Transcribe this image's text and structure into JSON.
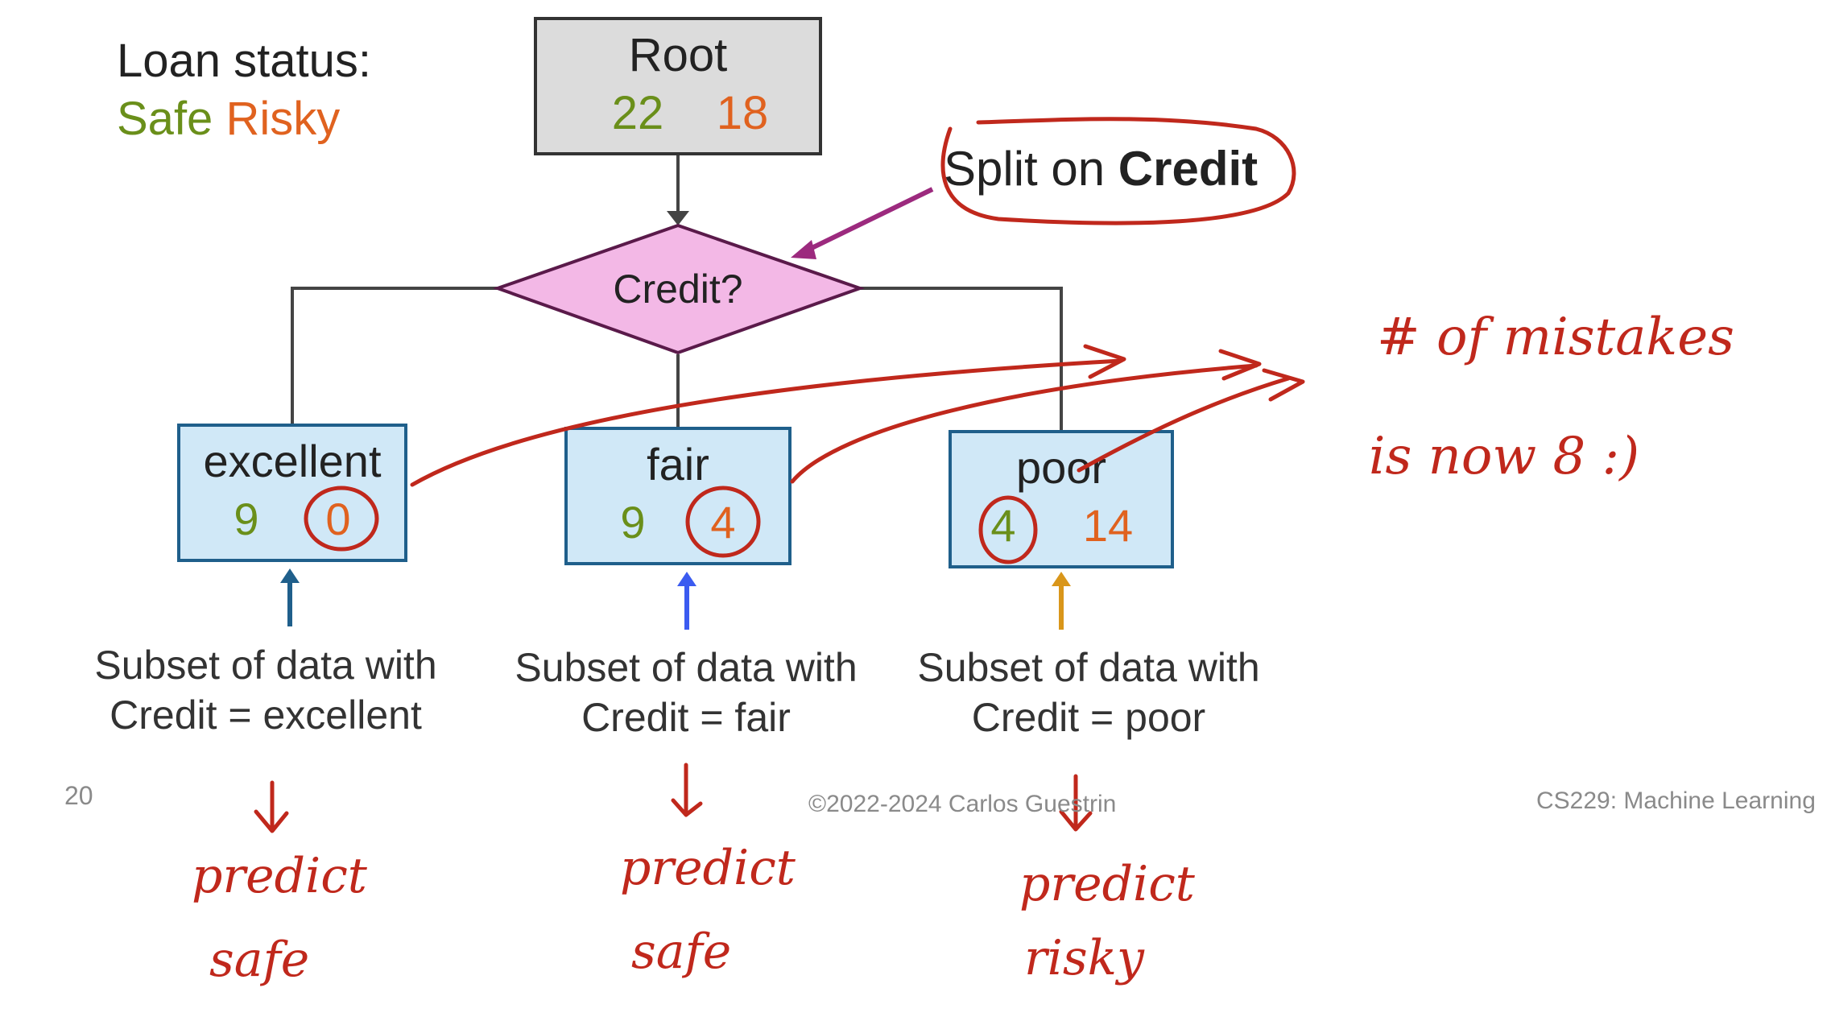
{
  "legend": {
    "title": "Loan status:",
    "safe_label": "Safe",
    "risky_label": "Risky"
  },
  "colors": {
    "safe": "#6a8f1a",
    "risky": "#e0621f",
    "node_fill": "#d0e8f7",
    "node_border": "#1f5f8b",
    "root_fill": "#dcdcdc",
    "decision_fill": "#f3b8e6",
    "decision_border": "#5a1a4a",
    "annotation": "#c0281c",
    "callout_arrow": "#9c2a7e"
  },
  "tree": {
    "root": {
      "label": "Root",
      "safe": "22",
      "risky": "18"
    },
    "decision": {
      "label": "Credit?"
    },
    "callout": {
      "prefix": "Split on ",
      "bold": "Credit"
    },
    "leaves": [
      {
        "label": "excellent",
        "safe": "9",
        "risky": "0",
        "caption_line1": "Subset of data with",
        "caption_line2": "Credit = excellent",
        "arrow_color": "#1f5f8b"
      },
      {
        "label": "fair",
        "safe": "9",
        "risky": "4",
        "caption_line1": "Subset of data with",
        "caption_line2": "Credit = fair",
        "arrow_color": "#3b5bf0"
      },
      {
        "label": "poor",
        "safe": "4",
        "risky": "14",
        "caption_line1": "Subset of data with",
        "caption_line2": "Credit = poor",
        "arrow_color": "#d9961a"
      }
    ]
  },
  "handwriting": {
    "mistakes_line1": "# of mistakes",
    "mistakes_line2": "is now 8 :)",
    "notes": [
      {
        "line1": "predict",
        "line2": "safe"
      },
      {
        "line1": "predict",
        "line2": "safe"
      },
      {
        "line1": "predict",
        "line2": "risky"
      }
    ]
  },
  "footer": {
    "page_number": "20",
    "copyright": "©2022-2024 Carlos Guestrin",
    "course": "CS229: Machine Learning"
  }
}
